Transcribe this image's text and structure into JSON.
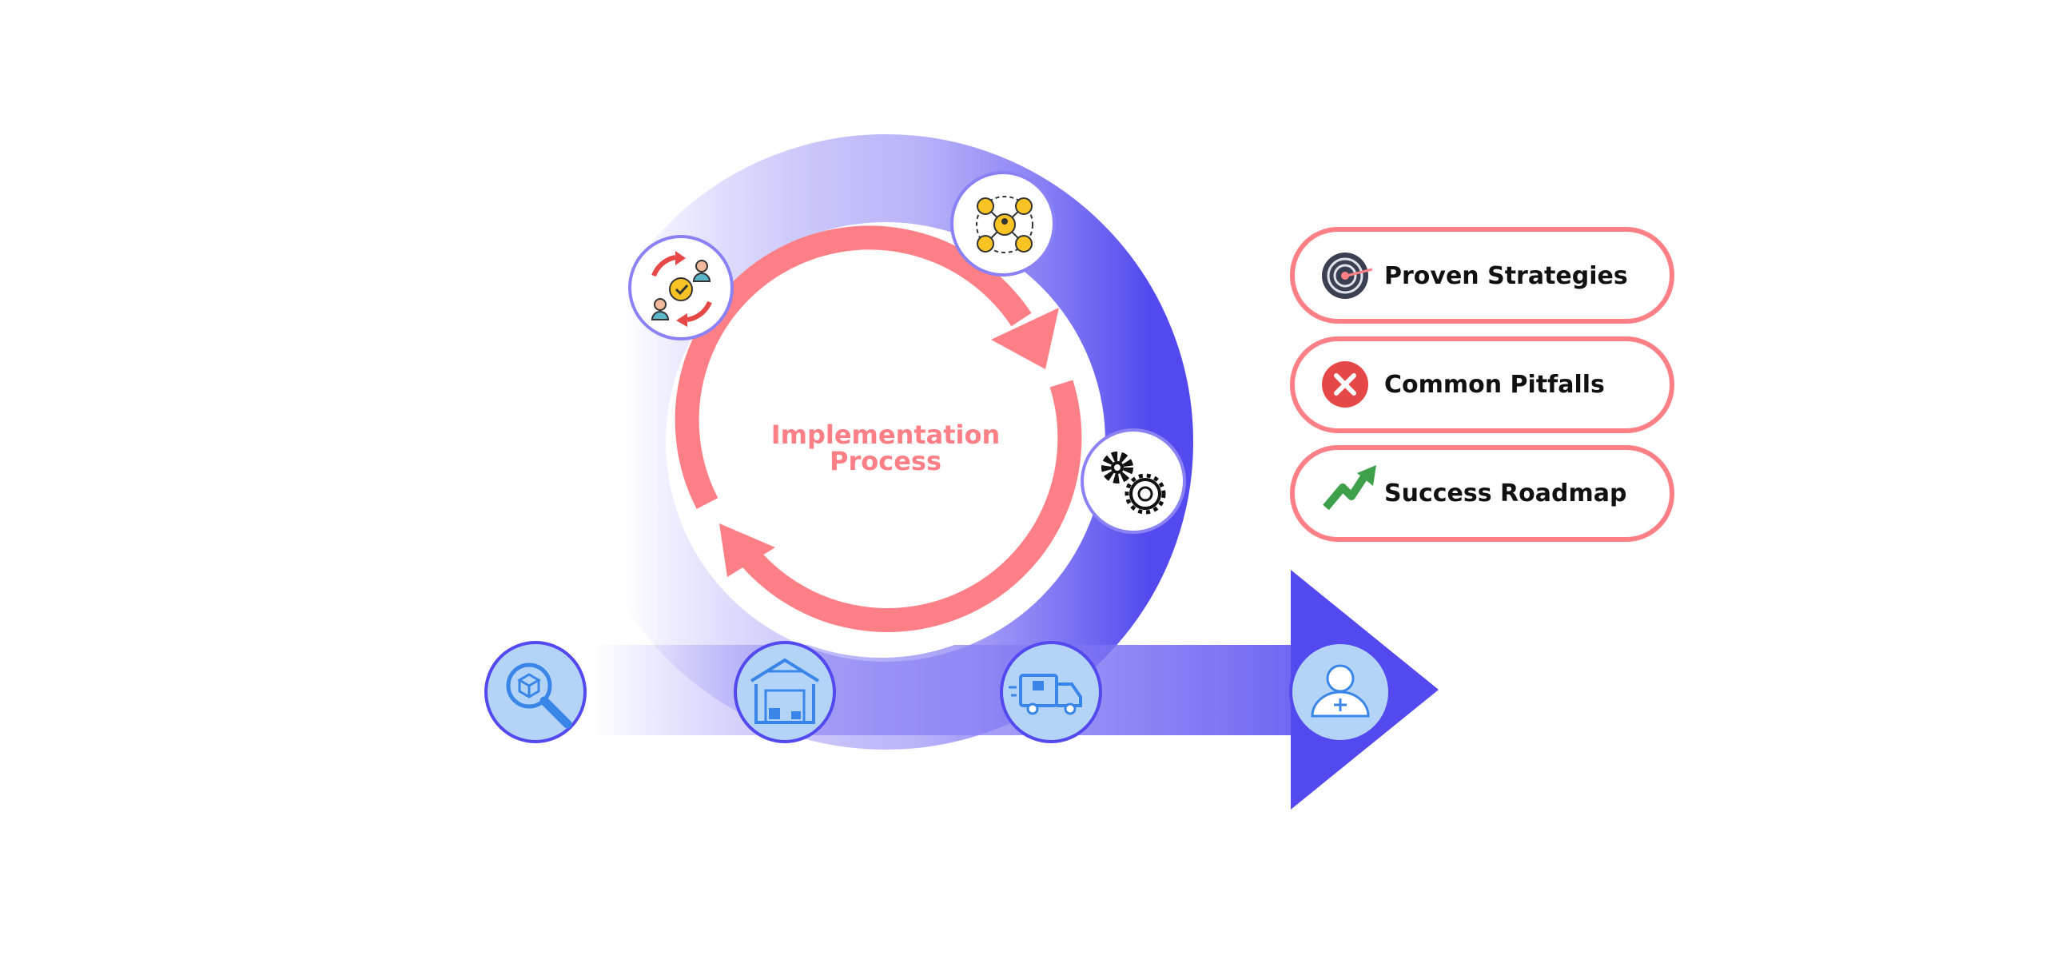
{
  "center": {
    "line1": "Implementation",
    "line2": "Process"
  },
  "pills": [
    {
      "label": "Proven Strategies",
      "icon": "target-icon"
    },
    {
      "label": "Common Pitfalls",
      "icon": "x-mark-icon"
    },
    {
      "label": "Success Roadmap",
      "icon": "trend-up-arrow-icon"
    }
  ],
  "cycle_icons": [
    "team-cycle-icon",
    "network-people-icon",
    "gears-icon"
  ],
  "timeline_icons": [
    "search-box-icon",
    "warehouse-icon",
    "delivery-truck-icon",
    "person-add-icon"
  ],
  "colors": {
    "primary": "#5349ef",
    "accent": "#ff7f86",
    "light_blue": "#b3d3f7",
    "pill_border": "#ff7f86",
    "text": "#111111"
  }
}
